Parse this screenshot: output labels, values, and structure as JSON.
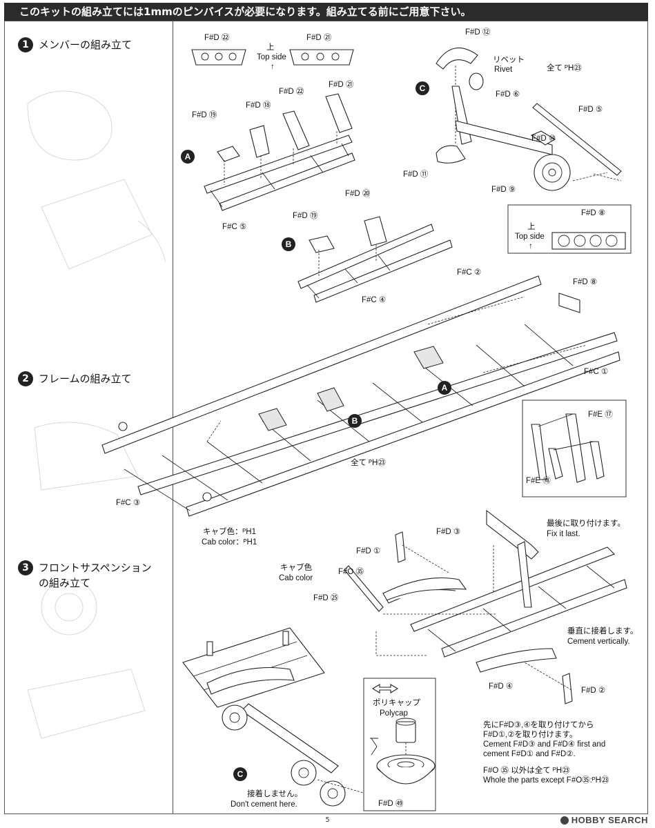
{
  "header": {
    "notice": "このキットの組み立てには1mmのピンバイスが必要になります。組み立てる前にご用意下さい。"
  },
  "steps": [
    {
      "number": "1",
      "title_line1": "メンバーの組み立て",
      "title_line2": ""
    },
    {
      "number": "2",
      "title_line1": "フレームの組み立て",
      "title_line2": ""
    },
    {
      "number": "3",
      "title_line1": "フロントサスペンション",
      "title_line2": "の組み立て"
    }
  ],
  "markers": {
    "a": "A",
    "b": "B",
    "c": "C"
  },
  "step1": {
    "top_labels": {
      "p22": "F#D ㉒",
      "p21": "F#D ㉑",
      "ue": "上",
      "top_side": "Top side"
    },
    "a_labels": {
      "p22": "F#D ㉒",
      "p21": "F#D ㉑",
      "p18": "F#D ⑱",
      "p19": "F#D ⑲",
      "c5": "F#C ⑤"
    },
    "b_labels": {
      "p20": "F#D ⑳",
      "p19": "F#D ⑲",
      "c4": "F#C ④"
    },
    "c_labels": {
      "p12": "F#D ⑫",
      "rivet_jp": "リベット",
      "rivet_en": "Rivet",
      "all_ph23": "全て ᴾH㉓",
      "p6": "F#D ⑥",
      "p5": "F#D ⑤",
      "p10": "F#D ⑩",
      "p11": "F#D ⑪",
      "p9": "F#D ⑨"
    }
  },
  "step2": {
    "inset_labels": {
      "p8": "F#D ⑧",
      "ue": "上",
      "top_side": "Top side"
    },
    "labels": {
      "p8": "F#D ⑧",
      "c2": "F#C ②",
      "c1": "F#C ①",
      "c3": "F#C ③",
      "all_ph23": "全て ᴾH㉓"
    }
  },
  "step3": {
    "inset_labels": {
      "e17": "F#E ⑰",
      "e18": "F#E ⑱"
    },
    "fix_jp": "最後に取り付けます。",
    "fix_en": "Fix it last.",
    "cab_color1_jp": "キャブ色：ᴾH1",
    "cab_color1_en": "Cab color：ᴾH1",
    "cab_color2_jp": "キャブ色",
    "cab_color2_en": "Cab color",
    "p1": "F#D ①",
    "p3": "F#D ③",
    "o35": "F#O ㉟",
    "p25": "F#D ㉕",
    "vert_jp": "垂直に接着します。",
    "vert_en": "Cement vertically.",
    "p4": "F#D ④",
    "p2": "F#D ②",
    "polycap_jp": "ポリキャップ",
    "polycap_en": "Polycap",
    "p49": "F#D ㊾",
    "nocement_jp": "接着しません。",
    "nocement_en": "Don't cement here.",
    "note1_jp": "先にF#D③,④を取り付けてから",
    "note2_jp": "F#D①,②を取り付けます。",
    "note3_en": "Cement F#D③ and F#D④ first and",
    "note4_en": "cement F#D① and F#D②.",
    "note5_jp": "F#O ㉟ 以外は全て ᴾH㉓",
    "note6_en": "Whole the parts except F#O㉟:ᴾH㉓"
  },
  "footer": {
    "page": "5",
    "watermark": "HOBBY SEARCH"
  }
}
